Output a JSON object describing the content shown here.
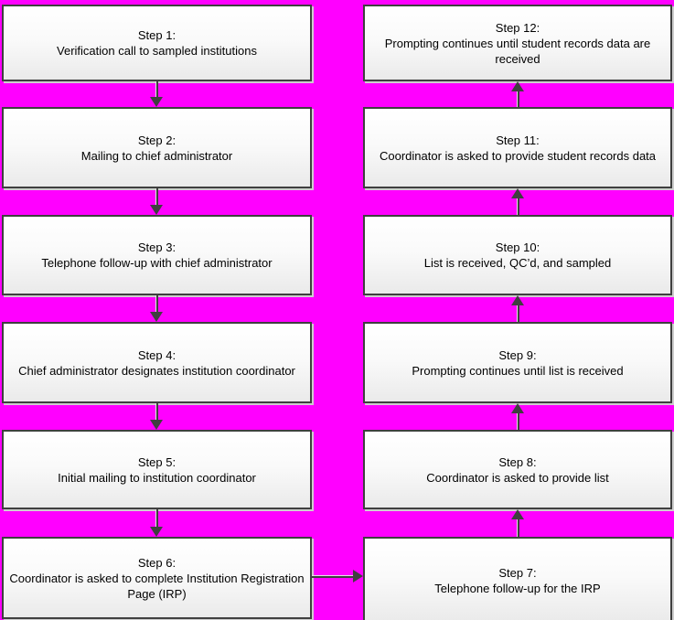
{
  "canvas": {
    "background_color": "#ff00ff",
    "box_border_color": "#3f3f3f",
    "box_fill_top": "#ffffff",
    "box_fill_bottom": "#eaeaea",
    "box_shadow_color": "#cdcdcd",
    "arrow_color": "#3f3f3f",
    "text_color": "#000000"
  },
  "steps": [
    {
      "id": 1,
      "title": "Step 1:",
      "description": "Verification call to sampled institutions"
    },
    {
      "id": 2,
      "title": "Step 2:",
      "description": "Mailing to chief administrator"
    },
    {
      "id": 3,
      "title": "Step 3:",
      "description": "Telephone follow-up with chief administrator"
    },
    {
      "id": 4,
      "title": "Step 4:",
      "description": "Chief administrator designates institution coordinator"
    },
    {
      "id": 5,
      "title": "Step 5:",
      "description": "Initial mailing to institution coordinator"
    },
    {
      "id": 6,
      "title": "Step 6:",
      "description": "Coordinator is asked to complete Institution Registration Page (IRP)"
    },
    {
      "id": 7,
      "title": "Step 7:",
      "description": "Telephone follow-up for the IRP"
    },
    {
      "id": 8,
      "title": "Step 8:",
      "description": "Coordinator is asked to provide list"
    },
    {
      "id": 9,
      "title": "Step 9:",
      "description": "Prompting continues until list is received"
    },
    {
      "id": 10,
      "title": "Step 10:",
      "description": "List is received, QC’d, and sampled"
    },
    {
      "id": 11,
      "title": "Step 11:",
      "description": "Coordinator is asked to provide student records data"
    },
    {
      "id": 12,
      "title": "Step 12:",
      "description": "Prompting continues until student records data are received"
    }
  ],
  "flow": {
    "left_column_top_to_bottom": [
      1,
      2,
      3,
      4,
      5,
      6
    ],
    "right_column_top_to_bottom": [
      12,
      11,
      10,
      9,
      8,
      7
    ],
    "connections": [
      "1->2",
      "2->3",
      "3->4",
      "4->5",
      "5->6",
      "6->7",
      "7->8",
      "8->9",
      "9->10",
      "10->11",
      "11->12"
    ]
  }
}
